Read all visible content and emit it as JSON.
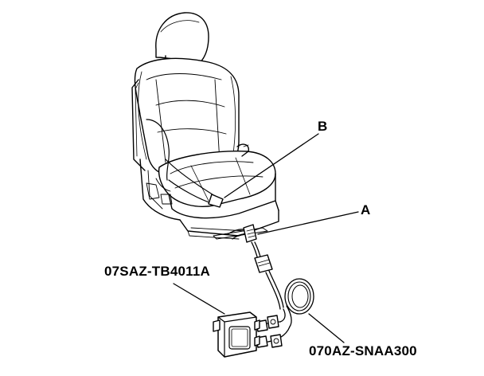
{
  "callouts": {
    "b": "B",
    "a": "A",
    "tool_part": "07SAZ-TB4011A",
    "harness_part": "070AZ-SNAA300"
  },
  "colors": {
    "ink": "#000000",
    "paper": "#ffffff"
  }
}
